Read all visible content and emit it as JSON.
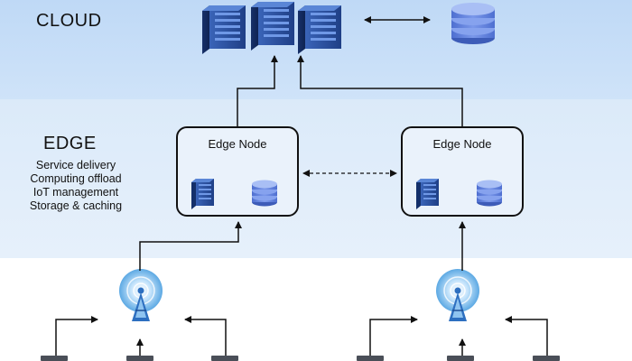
{
  "layers": {
    "cloud": {
      "title": "CLOUD"
    },
    "edge": {
      "title": "EDGE",
      "functions": [
        "Service delivery",
        "Computing offload",
        "IoT management",
        "Storage & caching"
      ]
    }
  },
  "edge_nodes": [
    {
      "label": "Edge Node"
    },
    {
      "label": "Edge Node"
    }
  ],
  "colors": {
    "cloud_band": "#c5ddf7",
    "edge_band": "#e0ecf9",
    "server_blue": "#2b4f9e",
    "database_blue": "#5b7fd8",
    "tower_blue": "#4a9fe0"
  }
}
